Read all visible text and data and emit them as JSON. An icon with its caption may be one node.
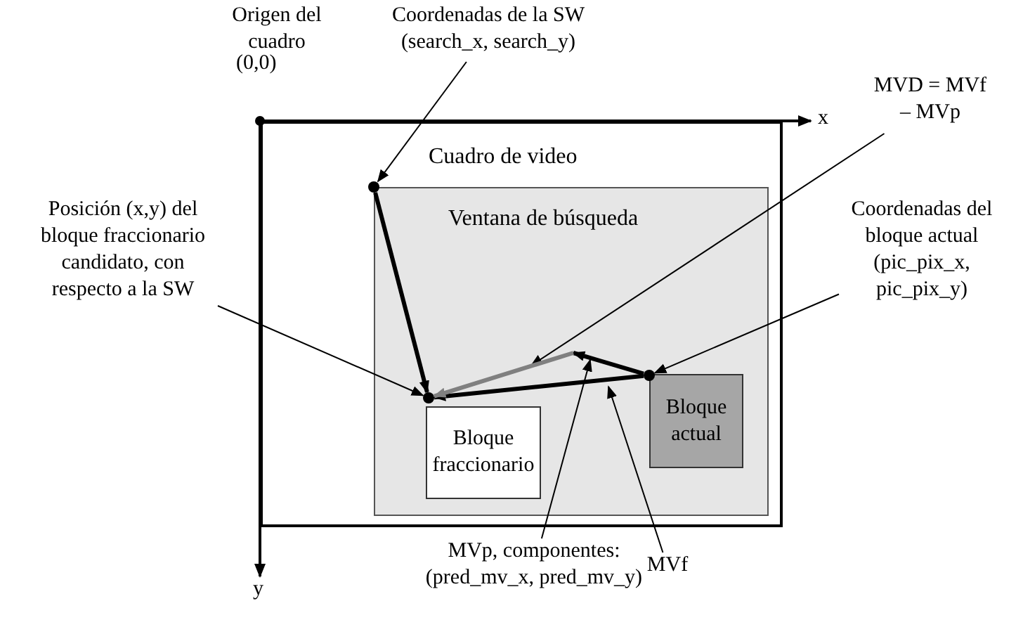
{
  "diagram": {
    "nodes": [
      {
        "text": [
          "Cuadro de video"
        ]
      },
      {
        "text": [
          "Ventana de búsqueda"
        ],
        "in": 0
      },
      {
        "text": [
          "Bloque fraccionario"
        ],
        "in": 1
      },
      {
        "text": [
          "Bloque actual"
        ],
        "in": 1
      },
      {
        "text": [
          "Coordenadas de la SW (search_x, search_y)"
        ]
      },
      {
        "text": [],
        "shape": "circle",
        "in": 0
      },
      {
        "text": [],
        "shape": "circle",
        "in": 1
      },
      {
        "text": [],
        "shape": "circle",
        "in": 1
      },
      {
        "text": [
          "Posición (x,y) del bloque fraccionario candidato, con respecto a la SW"
        ]
      },
      {
        "text": [
          "MVD = MVf – MVp"
        ]
      },
      {
        "text": [
          "Coordenadas del bloque actual (pic_pix_x, pic_pix_y)"
        ]
      },
      {
        "text": [
          "MVp, componentes: (pred_mv_x, pred_mv_y)"
        ]
      },
      {
        "text": [
          "MVf"
        ]
      }
    ],
    "edges": [
      {
        "from": 4,
        "to": 5,
        "arrow": "to"
      },
      {
        "from": 5,
        "to": 6,
        "arrow": "to",
        "style": "thick"
      },
      {
        "from": 8,
        "to": 6,
        "arrow": "to"
      },
      {
        "from": 9,
        "to": null,
        "arrow": "to"
      },
      {
        "from": 10,
        "to": 7,
        "arrow": "to"
      },
      {
        "from": 11,
        "to": null,
        "arrow": "to"
      },
      {
        "from": 12,
        "to": null,
        "arrow": "to"
      },
      {
        "from": 7,
        "to": 6,
        "arrow": "to",
        "style": "thick"
      },
      {
        "from": 7,
        "to": null,
        "arrow": "to",
        "style": "thick"
      },
      {
        "from": null,
        "to": 6,
        "arrow": "to",
        "style": "thick",
        "color": "#808080"
      }
    ],
    "labels": [
      "Origen del cuadro",
      "(0,0)",
      "x",
      "y"
    ]
  }
}
